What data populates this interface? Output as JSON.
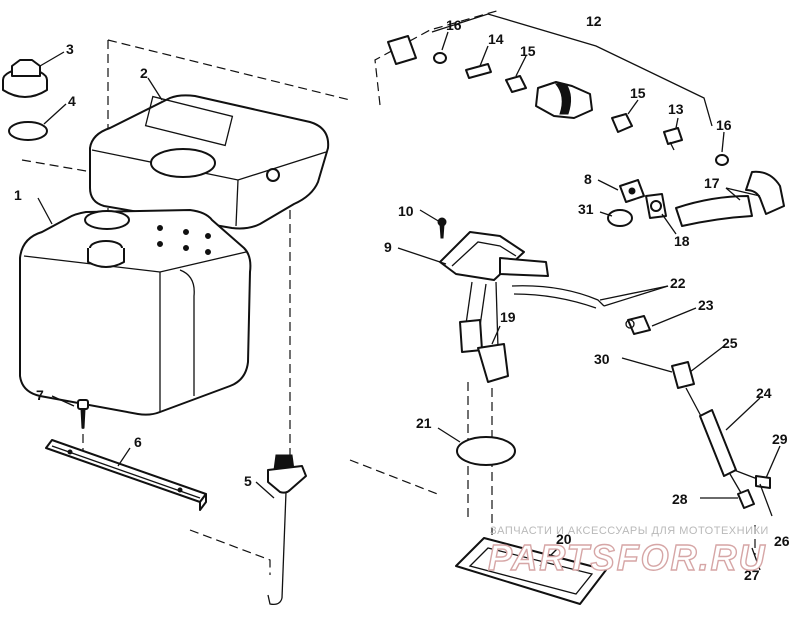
{
  "callouts": {
    "c1": "1",
    "c2": "2",
    "c3": "3",
    "c4": "4",
    "c5": "5",
    "c6": "6",
    "c7": "7",
    "c8": "8",
    "c9": "9",
    "c10": "10",
    "c12": "12",
    "c13": "13",
    "c14": "14",
    "c15a": "15",
    "c15b": "15",
    "c16a": "16",
    "c16b": "16",
    "c17": "17",
    "c18": "18",
    "c19": "19",
    "c20": "20",
    "c21": "21",
    "c22": "22",
    "c23": "23",
    "c24": "24",
    "c25": "25",
    "c26": "26",
    "c27": "27",
    "c28": "28",
    "c29": "29",
    "c30": "30",
    "c31": "31"
  },
  "watermark": {
    "caption": "ЗАПЧАСТИ И АКСЕССУАРЫ ДЛЯ МОТОТЕХНИКИ",
    "logo": "PARTSFOR.RU"
  },
  "colors": {
    "line": "#111111",
    "watermark_caption": "#b9b9b9",
    "watermark_logo": "#d6a6a6"
  }
}
